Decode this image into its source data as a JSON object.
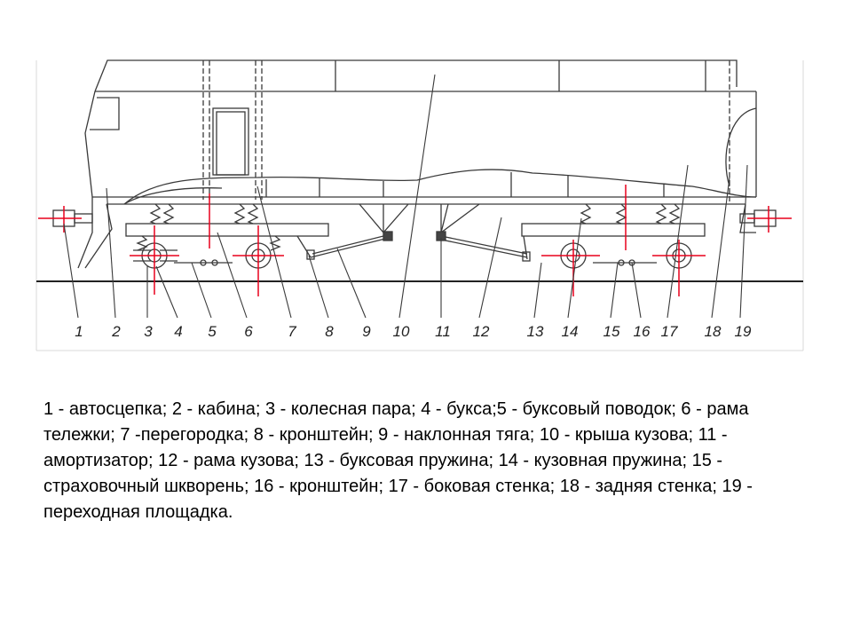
{
  "callouts": [
    "1",
    "2",
    "3",
    "4",
    "5",
    "6",
    "7",
    "8",
    "9",
    "10",
    "11",
    "12",
    "13",
    "14",
    "15",
    "16",
    "17",
    "18",
    "19"
  ],
  "legend": "1 - автосцепка; 2 - кабина; 3 - колесная пара; 4 - букса;5 - буксовый поводок; 6 - рама тележки; 7 -перегородка; 8 - кронштейн; 9 - наклонная тяга; 10 - крыша кузова; 11 - амортизатор; 12 - рама кузова; 13 - буксовая пружина; 14 - кузовная пружина; 15 - страховочный шкворень; 16 - кронштейн; 17 - боковая стенка; 18 - задняя стенка; 19 - переходная площадка.",
  "colors": {
    "line": "#3a3a3a",
    "accent": "#e8001c"
  }
}
